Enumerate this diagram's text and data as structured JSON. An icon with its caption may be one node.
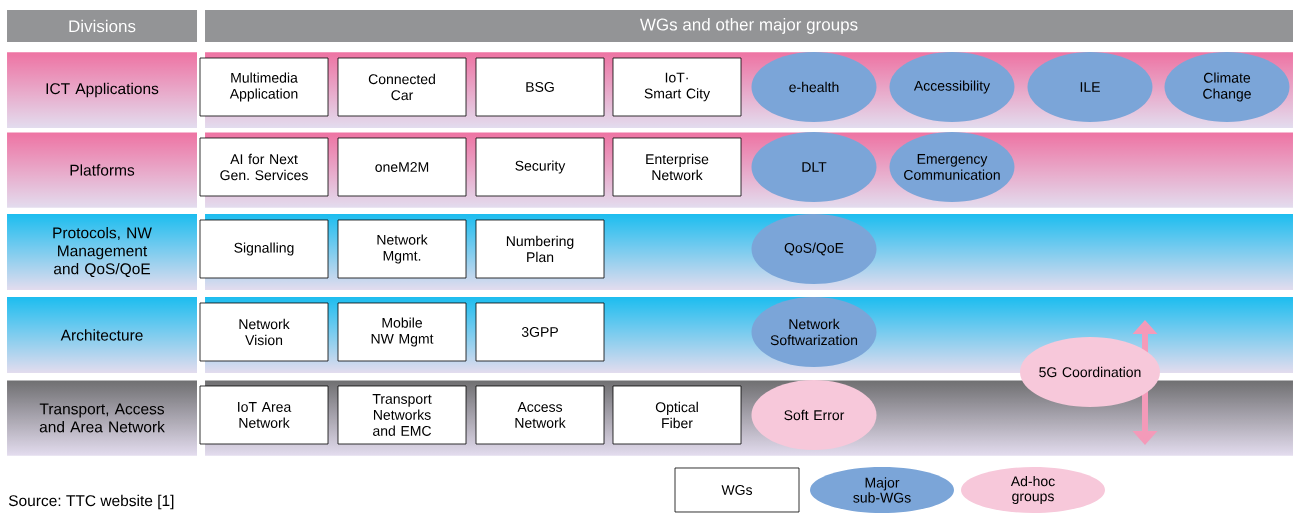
{
  "diagram": {
    "nodes": [
      {
        "text": [
          "Divisions"
        ]
      },
      {
        "text": [
          "WGs and other major groups"
        ]
      },
      {
        "text": [
          "ICT Applications"
        ]
      },
      {
        "text": [
          "Multimedia Application"
        ]
      },
      {
        "text": [
          "Connected Car"
        ]
      },
      {
        "text": [
          "BSG"
        ]
      },
      {
        "text": [
          "IoT· Smart City"
        ]
      },
      {
        "text": [
          "e-health"
        ]
      },
      {
        "text": [
          "Accessibility"
        ]
      },
      {
        "text": [
          "ILE"
        ]
      },
      {
        "text": [
          "Climate Change"
        ]
      },
      {
        "text": [
          "Platforms"
        ]
      },
      {
        "text": [
          "AI for Next Gen. Services"
        ]
      },
      {
        "text": [
          "oneM2M"
        ]
      },
      {
        "text": [
          "Security"
        ]
      },
      {
        "text": [
          "Enterprise Network"
        ]
      },
      {
        "text": [
          "DLT"
        ]
      },
      {
        "text": [
          "Emergency Communication"
        ]
      },
      {
        "text": [
          "Protocols, NW Management and QoS/QoE"
        ]
      },
      {
        "text": [
          "Signalling"
        ]
      },
      {
        "text": [
          "Network Mgmt."
        ]
      },
      {
        "text": [
          "Numbering Plan"
        ]
      },
      {
        "text": [
          "QoS/QoE"
        ]
      },
      {
        "text": [
          "Architecture"
        ]
      },
      {
        "text": [
          "Network Vision"
        ]
      },
      {
        "text": [
          "Mobile NW Mgmt"
        ]
      },
      {
        "text": [
          "3GPP"
        ]
      },
      {
        "text": [
          "Network Softwarization"
        ]
      },
      {
        "text": [
          "Transport, Access and Area Network"
        ]
      },
      {
        "text": [
          "IoT Area Network"
        ]
      },
      {
        "text": [
          "Transport Networks and EMC"
        ]
      },
      {
        "text": [
          "Access Network"
        ]
      },
      {
        "text": [
          "Optical Fiber"
        ]
      },
      {
        "text": [
          "Soft Error"
        ]
      },
      {
        "text": [
          "5G Coordination"
        ]
      }
    ],
    "labels": [
      "Source: TTC website [1]"
    ],
    "legend": [
      {
        "text": "WGs"
      },
      {
        "text": "Major sub-WGs",
        "color": "#7ba5d8"
      },
      {
        "text": "Ad-hoc groups",
        "color": "#f7c8da"
      }
    ]
  }
}
